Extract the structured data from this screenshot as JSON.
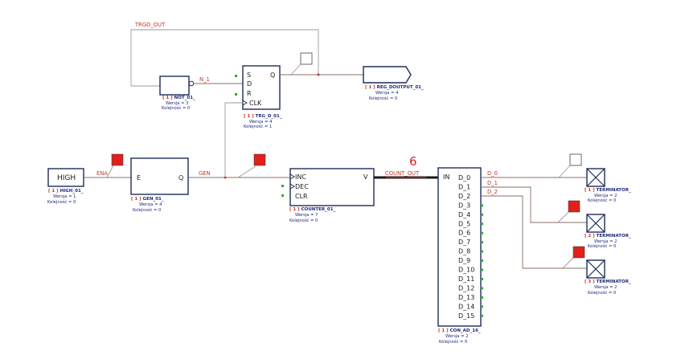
{
  "signals": {
    "trgd_out": "TRGD_OUT",
    "n_1": "N_1",
    "ena": "ENA",
    "gen": "GEN",
    "count_out": "COUNT_OUT",
    "count_value": "6",
    "d0": "D_0",
    "d1": "D_1",
    "d2": "D_2"
  },
  "blocks": {
    "high": {
      "label": "HIGH",
      "idx": "[ 1 ]",
      "name": "HIGH_01_",
      "wersja": "Wersja = 1",
      "kolejnosc": "Kolejność = 0"
    },
    "gen": {
      "pin_e": "E",
      "pin_q": "Q",
      "idx": "[ 1 ]",
      "name": "GEN_01_",
      "wersja": "Wersja = 4",
      "kolejnosc": "Kolejność = 0"
    },
    "not": {
      "idx": "[ 1 ]",
      "name": "NOT_01_",
      "wersja": "Wersja = 3",
      "kolejnosc": "Kolejność = 0"
    },
    "trg": {
      "pin_s": "S",
      "pin_d": "D",
      "pin_r": "R",
      "pin_clk": "CLK",
      "pin_q": "Q",
      "idx": "[ 1 ]",
      "name": "TRG_D_01_",
      "wersja": "Wersja = 4",
      "kolejnosc": "Kolejność = 1"
    },
    "reg": {
      "idx": "[ 1 ]",
      "name": "REG_DOUTPUT_01_",
      "wersja": "Wersja = 4",
      "kolejnosc": "Kolejność = 0"
    },
    "counter": {
      "pin_inc": "INC",
      "pin_dec": "DEC",
      "pin_clr": "CLR",
      "pin_v": "V",
      "idx": "[ 1 ]",
      "name": "COUNTER_01_",
      "wersja": "Wersja = 7",
      "kolejnosc": "Kolejność = 0"
    },
    "conad": {
      "pin_in": "IN",
      "outputs": [
        "D_0",
        "D_1",
        "D_2",
        "D_3",
        "D_4",
        "D_5",
        "D_6",
        "D_7",
        "D_8",
        "D_9",
        "D_10",
        "D_11",
        "D_12",
        "D_13",
        "D_14",
        "D_15"
      ],
      "idx": "[ 1 ]",
      "name": "CON_AD_16_",
      "wersja": "Wersja = 2",
      "kolejnosc": "Kolejność = 0"
    },
    "term1": {
      "idx": "[ 1 ]",
      "name": "TERMINATOR_",
      "wersja": "Wersja = 2",
      "kolejnosc": "Kolejność = 0"
    },
    "term2": {
      "idx": "[ 2 ]",
      "name": "TERMINATOR_",
      "wersja": "Wersja = 2",
      "kolejnosc": "Kolejność = 0"
    },
    "term3": {
      "idx": "[ 3 ]",
      "name": "TERMINATOR_",
      "wersja": "Wersja = 2",
      "kolejnosc": "Kolejność = 0"
    }
  },
  "colors": {
    "accent": "#c0392b",
    "block_stroke": "#1f2a5c",
    "probe_red": "#e0201b",
    "pin_green": "#2faa2f"
  }
}
